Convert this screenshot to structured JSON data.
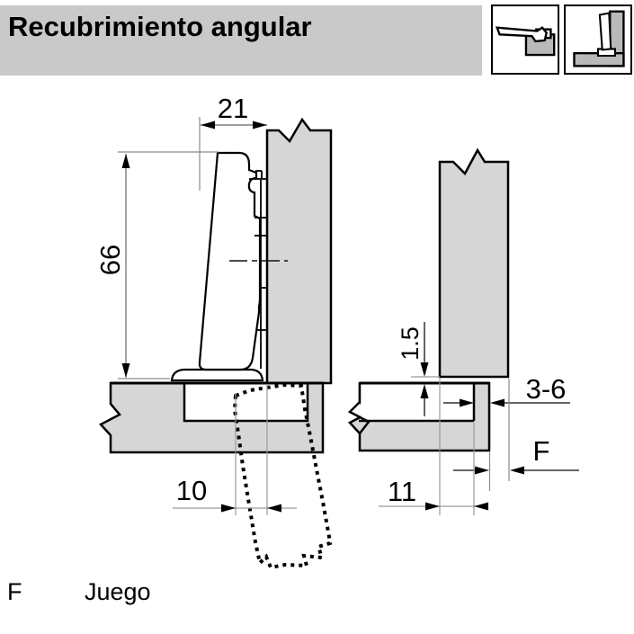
{
  "header": {
    "title": "Recubrimiento angular"
  },
  "icons": [
    {
      "name": "hinge-open-side-icon"
    },
    {
      "name": "hinge-mounted-corner-icon"
    }
  ],
  "dimensions": {
    "hinge_boss_width": "21",
    "hinge_height": "66",
    "drilling_distance_left": "10",
    "panel_gap": "1.5",
    "overlay_range": "3-6",
    "clearance_symbol": "F",
    "drilling_distance_right": "11"
  },
  "legend": {
    "symbol": "F",
    "label": "Juego"
  },
  "colors": {
    "header_bg": "#c9c9c9",
    "panel_fill": "#d6d6d6",
    "outline": "#000000",
    "dim_line": "#8a8a8a"
  }
}
